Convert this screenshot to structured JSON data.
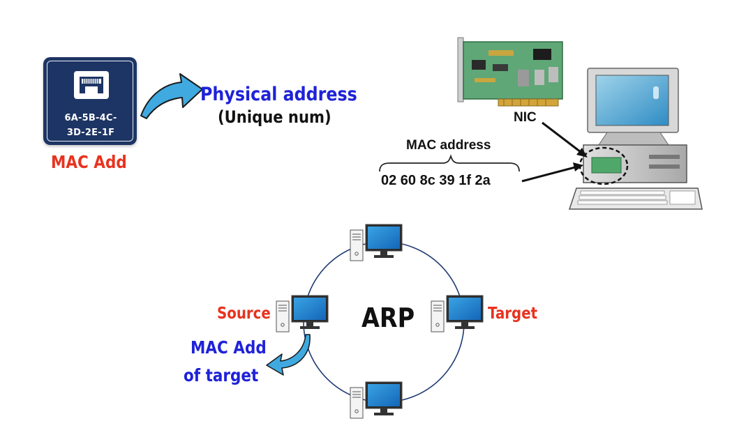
{
  "mac_card": {
    "icon": "ethernet-port-icon",
    "code_line1": "6A-5B-4C-",
    "code_line2": "3D-2E-1F"
  },
  "labels": {
    "mac_add": "MAC Add",
    "physical_address": "Physical address",
    "unique_num": "(Unique num)",
    "nic": "NIC",
    "mac_address": "MAC address",
    "mac_value": "02 60 8c 39 1f 2a",
    "arp": "ARP",
    "source": "Source",
    "target": "Target",
    "mac_add_of": "MAC Add",
    "of_target": "of target"
  },
  "colors": {
    "red": "#e8321f",
    "blue": "#1e22d8",
    "card_navy": "#1d3564",
    "arrow_blue": "#3fa9e0",
    "ring_blue": "#1f3a73",
    "monitor_blue": "#1e88d0",
    "nic_green": "#4fa86a"
  },
  "icons": {
    "curved_arrow": "curved-arrow-icon",
    "nic_card": "network-card-icon",
    "desktop_computer": "desktop-computer-icon",
    "workstation": "workstation-icon",
    "keyboard": "keyboard-icon"
  }
}
